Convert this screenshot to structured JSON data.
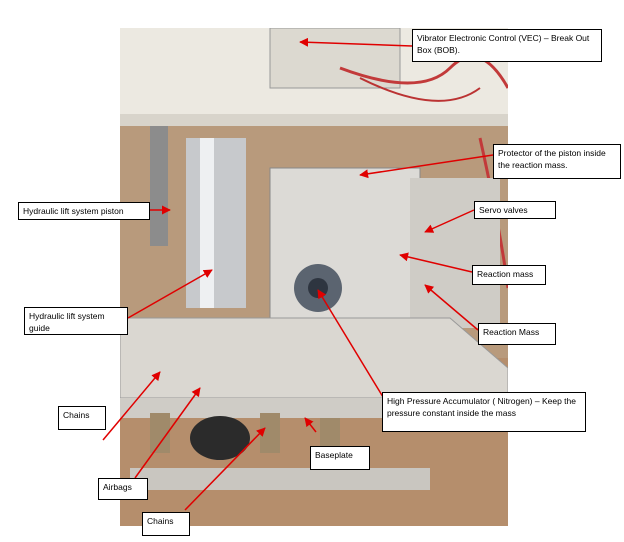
{
  "colors": {
    "arrow": "#e00000",
    "label_border": "#000000",
    "label_bg": "#ffffff"
  },
  "labels": {
    "vec": "Vibrator Electronic Control (VEC) – Break Out Box (BOB).",
    "protector": "Protector of the piston inside the reaction mass.",
    "hydraulic_piston": "Hydraulic lift system piston",
    "servo": "Servo valves",
    "reaction_mass_1": "Reaction mass",
    "hydraulic_guide": "Hydraulic lift system guide",
    "reaction_mass_2": "Reaction Mass",
    "accumulator": "High Pressure Accumulator ( Nitrogen) – Keep the pressure constant inside the mass",
    "chains_1": "Chains",
    "baseplate": "Baseplate",
    "airbags": "Airbags",
    "chains_2": "Chains"
  }
}
